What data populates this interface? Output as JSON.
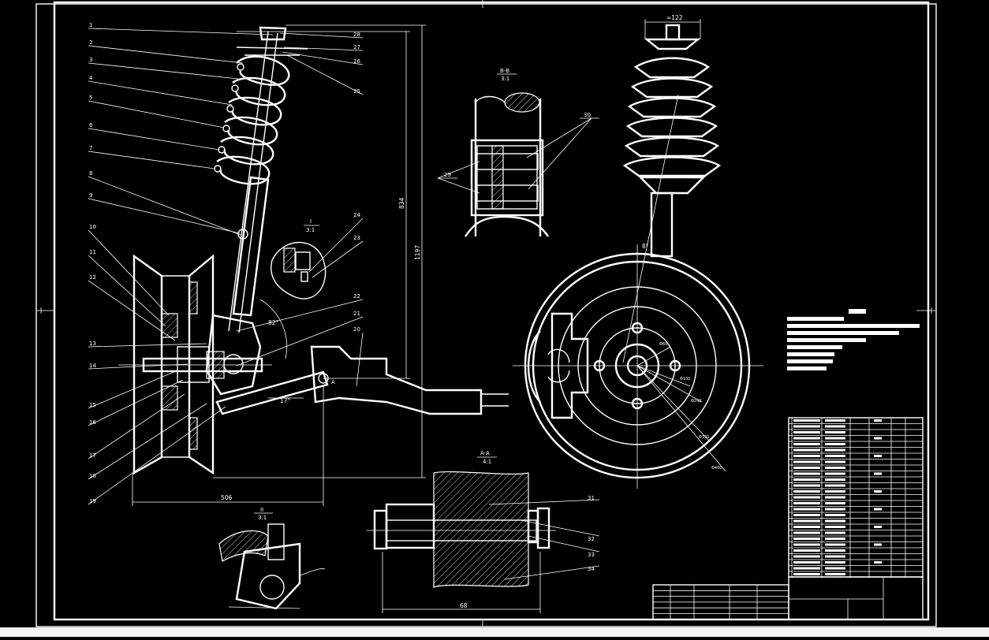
{
  "drawing": {
    "main_view": {
      "part_labels": [
        "1",
        "2",
        "3",
        "4",
        "5",
        "6",
        "7",
        "8",
        "9",
        "10",
        "11",
        "12",
        "13",
        "14",
        "15",
        "16",
        "17",
        "18",
        "19"
      ],
      "right_labels": [
        "28",
        "27",
        "26",
        "25",
        "24",
        "23",
        "22",
        "21",
        "20"
      ],
      "dimensions": {
        "height_upper": "834",
        "height_total": "1197",
        "width_bottom": "506",
        "angle_strut": "82°",
        "angle_arm": "17°"
      },
      "section_marker_a": "A"
    },
    "detail_I": {
      "title": "I",
      "scale": "3:1"
    },
    "detail_II": {
      "title": "II",
      "scale": "3:1"
    },
    "section_BB": {
      "title": "B-B",
      "scale": "3:1",
      "labels": [
        "30",
        "29"
      ]
    },
    "section_AA": {
      "title": "A-A",
      "scale": "4:1",
      "labels": [
        "31",
        "32",
        "33",
        "34"
      ],
      "dimension": "68"
    },
    "side_view": {
      "top_dimension": "≈122",
      "angle": "8°",
      "dia_labels": [
        "Φ60",
        "Φ100",
        "Φ242",
        "Φ330",
        "Φ400"
      ]
    }
  }
}
